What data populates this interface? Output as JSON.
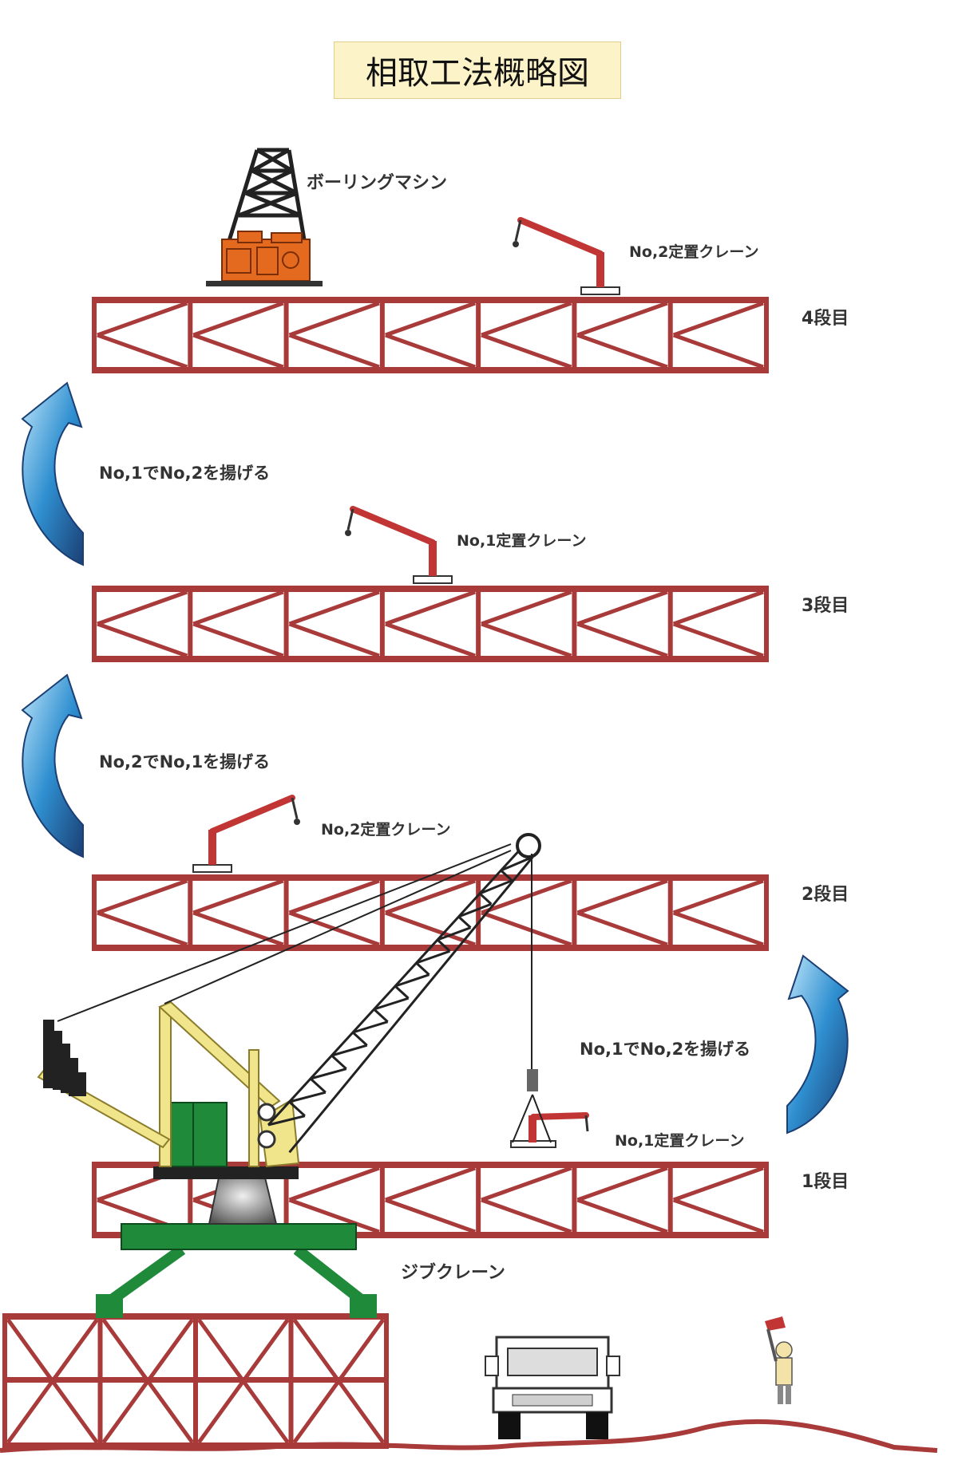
{
  "title": "相取工法概略図",
  "labels": {
    "boring_machine": "ボーリングマシン",
    "crane_tier4": "No,2定置クレーン",
    "tier4": "4段目",
    "arrow_left_top": "No,1でNo,2を揚げる",
    "crane_tier3": "No,1定置クレーン",
    "tier3": "3段目",
    "arrow_left_mid": "No,2でNo,1を揚げる",
    "crane_tier2": "No,2定置クレーン",
    "tier2": "2段目",
    "arrow_right": "No,1でNo,2を揚げる",
    "crane_tier1": "No,1定置クレーン",
    "tier1": "1段目",
    "jib_crane": "ジブクレーン"
  },
  "colors": {
    "truss": "#a83a3a",
    "crane_arm": "#c23535",
    "jib_green": "#1f8a3a",
    "jib_yellow": "#f1e58c",
    "boring_orange": "#e36a1e",
    "arrow_blue": "#2a7fc0",
    "title_bg": "#fdf3c9"
  }
}
